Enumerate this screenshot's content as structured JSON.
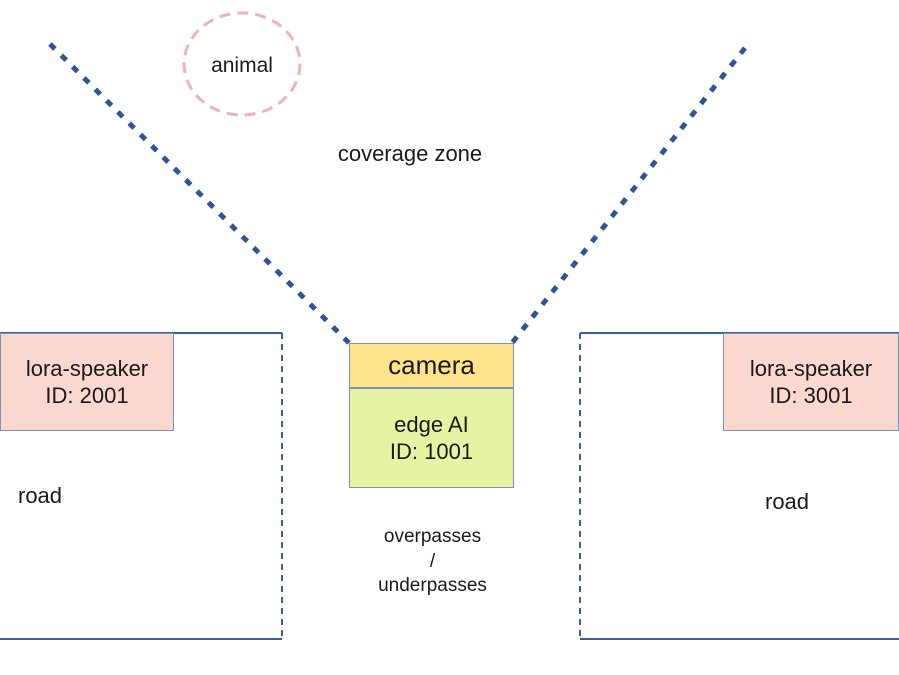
{
  "animal": "animal",
  "coverage_zone": "coverage zone",
  "speaker_left": {
    "name": "lora-speaker",
    "id": "ID: 2001"
  },
  "speaker_right": {
    "name": "lora-speaker",
    "id": "ID: 3001"
  },
  "camera": "camera",
  "edge_ai": {
    "name": "edge AI",
    "id": "ID: 1001"
  },
  "road_left": "road",
  "road_right": "road",
  "crossing": {
    "line1": "overpasses",
    "line2": "/",
    "line3": "underpasses"
  },
  "colors": {
    "speaker_fill": "#fad7cf",
    "camera_fill": "#fde48a",
    "edge_fill": "#e6f3a2",
    "animal_outline": "#eeb4b4",
    "coverage_line": "#2f5597",
    "road_line": "#3b5f99"
  }
}
